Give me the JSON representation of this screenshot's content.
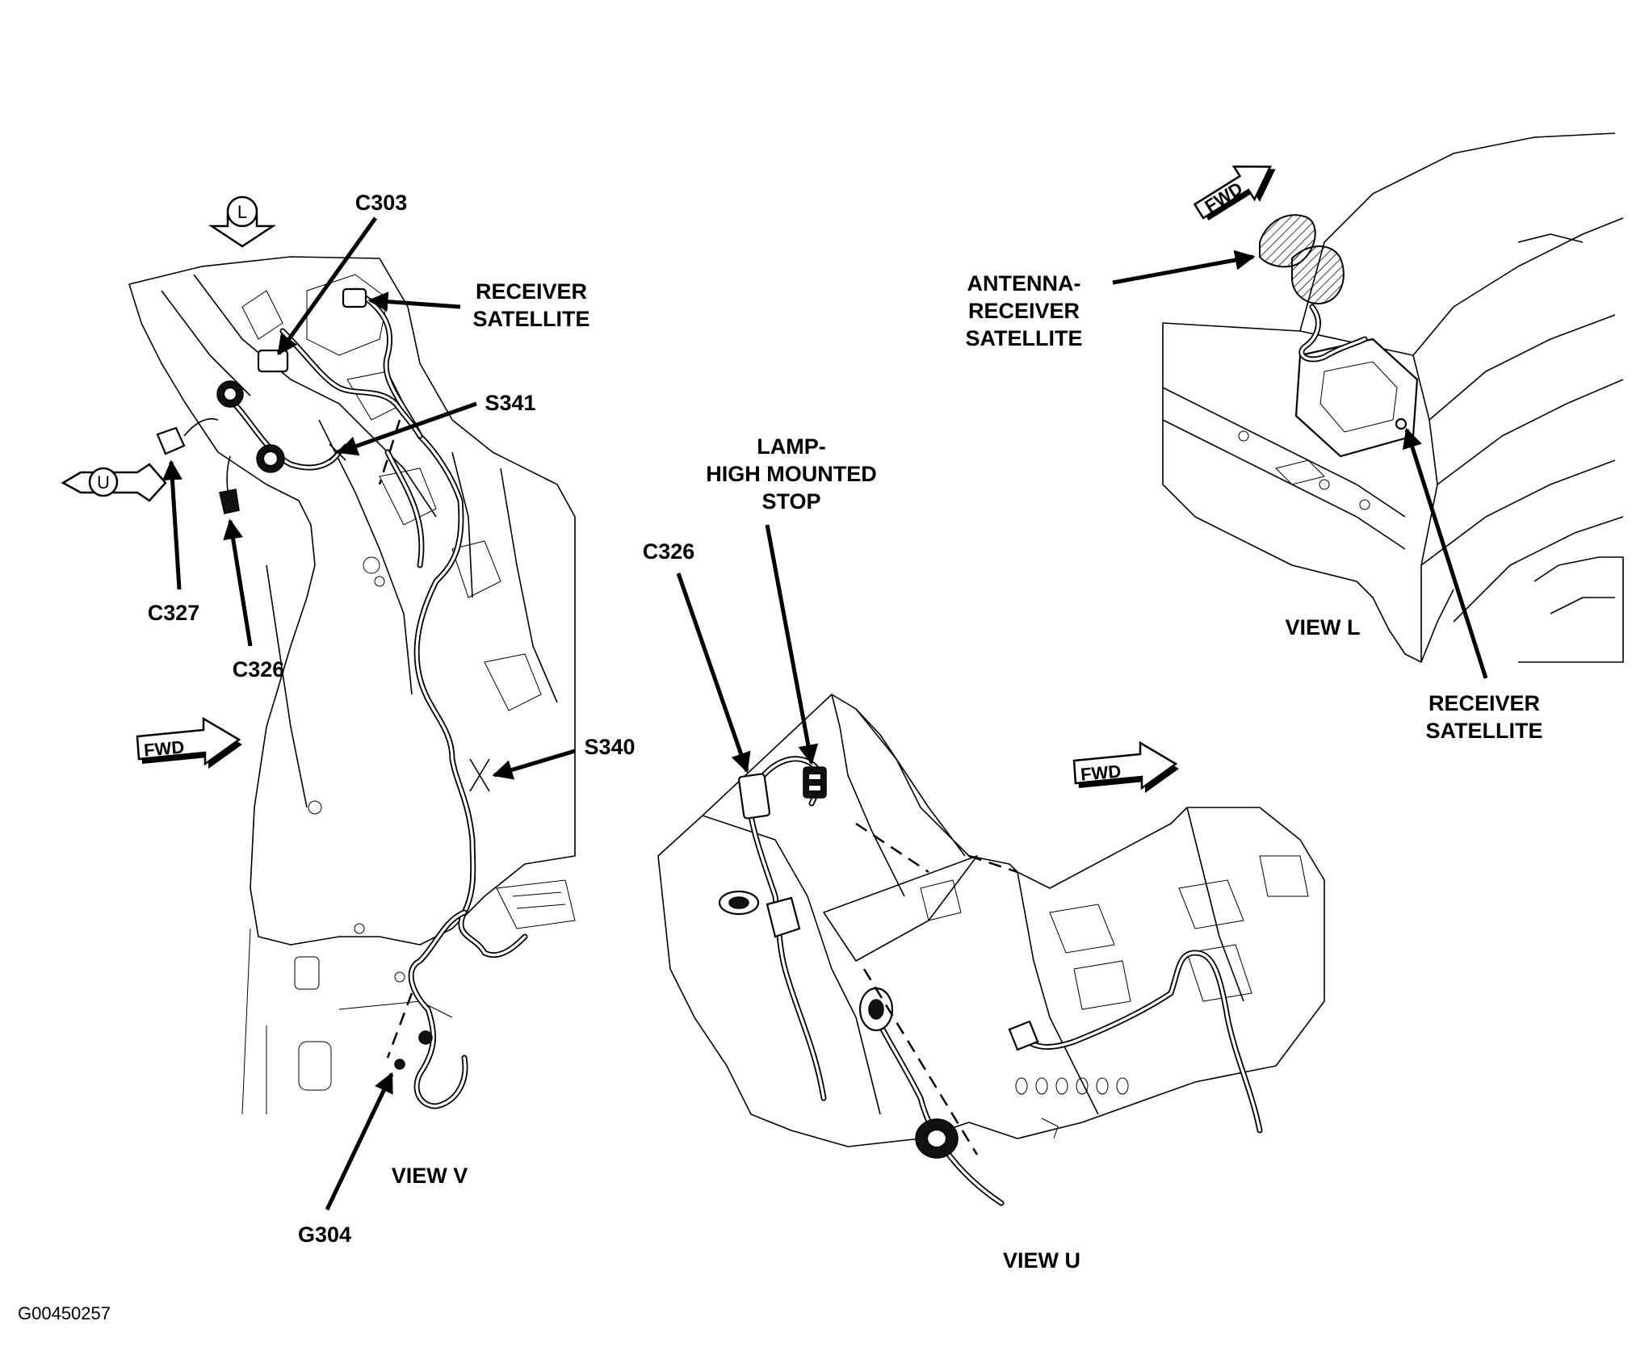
{
  "figure_id": "G00450257",
  "views": {
    "v": {
      "view_label": "VIEW V",
      "view_marker_letter": "L",
      "side_marker_letter": "U",
      "fwd_label": "FWD",
      "labels": {
        "c303": "C303",
        "receiver_satellite": [
          "RECEIVER",
          "SATELLITE"
        ],
        "s341": "S341",
        "c327": "C327",
        "c326": "C326",
        "s340": "S340",
        "g304": "G304"
      }
    },
    "u": {
      "view_label": "VIEW U",
      "fwd_label": "FWD",
      "labels": {
        "c326": "C326",
        "lamp": [
          "LAMP-",
          "HIGH MOUNTED",
          "STOP"
        ]
      }
    },
    "l": {
      "view_label": "VIEW L",
      "fwd_label": "FWD",
      "labels": {
        "antenna": [
          "ANTENNA-",
          "RECEIVER",
          "SATELLITE"
        ],
        "receiver_satellite": [
          "RECEIVER",
          "SATELLITE"
        ]
      }
    }
  }
}
